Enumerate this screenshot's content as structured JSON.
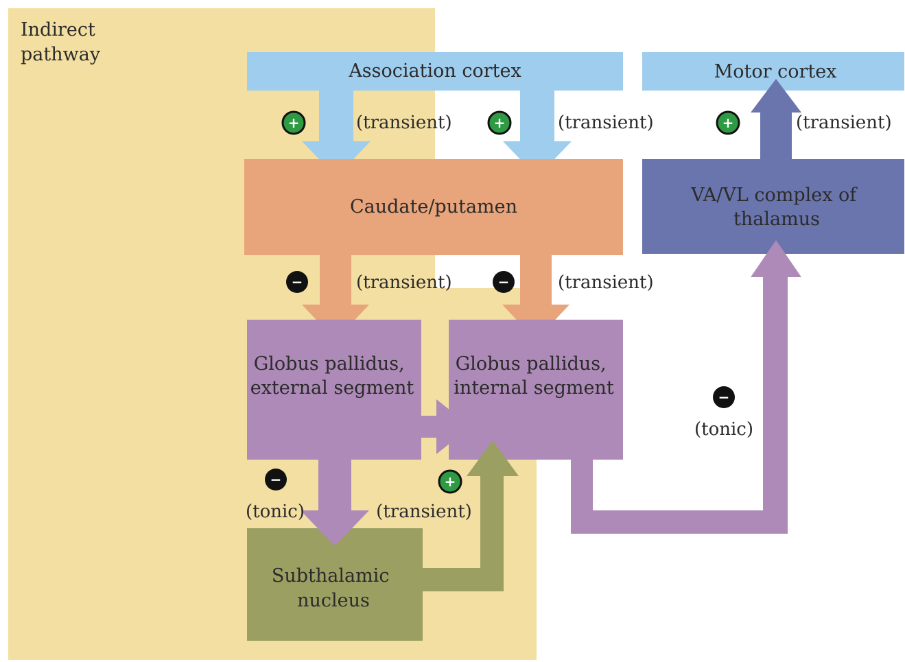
{
  "title": "Indirect pathway",
  "title_lines": [
    "Indirect",
    "pathway"
  ],
  "colors": {
    "indirect_bg": "#f3dfa1",
    "cortex": "#9fcdee",
    "striatum": "#e8a47a",
    "pallidum": "#ad8ab7",
    "subthalamic": "#9c9f62",
    "thalamus": "#6a75ad",
    "excitatory_sign": "#2f9a44",
    "inhibitory_sign": "#111111"
  },
  "nodes": {
    "association_cortex": {
      "label": "Association cortex"
    },
    "motor_cortex": {
      "label": "Motor cortex"
    },
    "caudate_putamen": {
      "label": "Caudate/putamen"
    },
    "thalamus": {
      "lines": [
        "VA/VL complex of",
        "thalamus"
      ]
    },
    "gp_external": {
      "lines": [
        "Globus pallidus,",
        "external segment"
      ]
    },
    "gp_internal": {
      "lines": [
        "Globus pallidus,",
        "internal segment"
      ]
    },
    "subthalamic": {
      "lines": [
        "Subthalamic",
        "nucleus"
      ]
    }
  },
  "connections": {
    "assoc_to_caudate_left": {
      "sign": "+",
      "timing": "(transient)"
    },
    "assoc_to_caudate_right": {
      "sign": "+",
      "timing": "(transient)"
    },
    "thalamus_to_motor": {
      "sign": "+",
      "timing": "(transient)"
    },
    "caudate_to_gpe": {
      "sign": "−",
      "timing": "(transient)"
    },
    "caudate_to_gpi": {
      "sign": "−",
      "timing": "(transient)"
    },
    "gpi_to_thalamus": {
      "sign": "−",
      "timing": "(tonic)"
    },
    "gpe_to_stn": {
      "sign": "−",
      "timing": "(tonic)"
    },
    "stn_to_gpi": {
      "sign": "+",
      "timing": "(transient)"
    }
  }
}
